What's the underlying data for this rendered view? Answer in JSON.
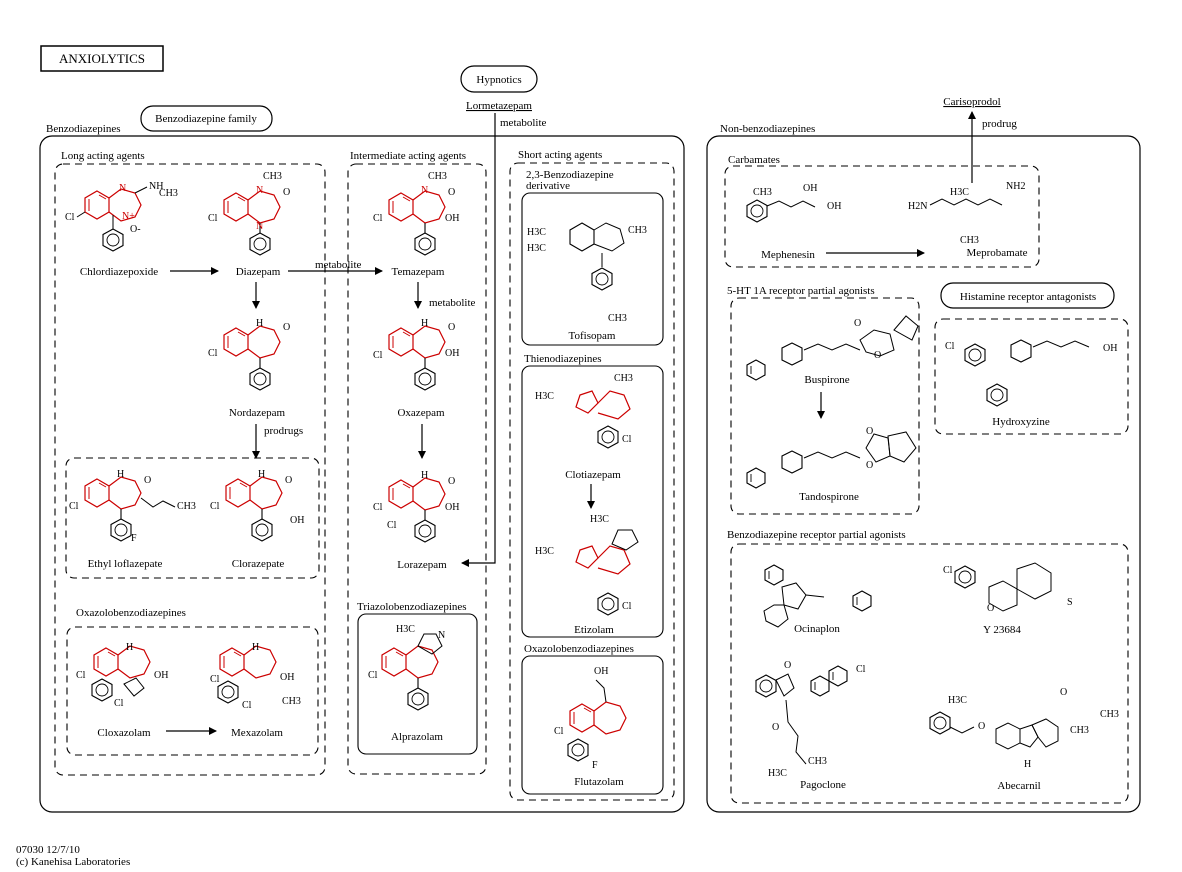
{
  "title": "ANXIOLYTICS",
  "hypnotics_node": "Hypnotics",
  "benzodiazepine_family_node": "Benzodiazepine family",
  "histamine_node": "Histamine receptor antagonists",
  "footer": {
    "code": "07030 12/7/10",
    "copyright": "(c) Kanehisa Laboratories"
  },
  "sections": {
    "benzodiazepines": "Benzodiazepines",
    "non_benzodiazepines": "Non-benzodiazepines"
  },
  "groups": {
    "long_acting": "Long acting agents",
    "intermediate_acting": "Intermediate acting agents",
    "short_acting": "Short acting agents",
    "benzo23": "2,3-Benzodiazepine derivative",
    "thieno": "Thienodiazepines",
    "oxazolo_left": "Oxazolobenzodiazepines",
    "oxazolo_right": "Oxazolobenzodiazepines",
    "triazolo": "Triazolobenzodiazepines",
    "carbamates": "Carbamates",
    "ht1a": "5-HT 1A receptor partial agonists",
    "bzr_partial": "Benzodiazepine receptor partial agonists"
  },
  "compounds": {
    "lormetazepam": "Lormetazepam",
    "carisoprodol": "Carisoprodol",
    "chlordiazepoxide": "Chlordiazepoxide",
    "diazepam": "Diazepam",
    "nordazepam": "Nordazepam",
    "ethyl_loflazepate": "Ethyl loflazepate",
    "clorazepate": "Clorazepate",
    "cloxazolam": "Cloxazolam",
    "mexazolam": "Mexazolam",
    "temazepam": "Temazepam",
    "oxazepam": "Oxazepam",
    "lorazepam": "Lorazepam",
    "alprazolam": "Alprazolam",
    "tofisopam": "Tofisopam",
    "clotiazepam": "Clotiazepam",
    "etizolam": "Etizolam",
    "flutazolam": "Flutazolam",
    "mephenesin": "Mephenesin",
    "meprobamate": "Meprobamate",
    "buspirone": "Buspirone",
    "tandospirone": "Tandospirone",
    "hydroxyzine": "Hydroxyzine",
    "ocinaplon": "Ocinaplon",
    "y23684": "Y 23684",
    "pagoclone": "Pagoclone",
    "abecarnil": "Abecarnil"
  },
  "edge_labels": {
    "metabolite_lormetazepam": "metabolite",
    "metabolite_diazepam": "metabolite",
    "metabolite_temazepam": "metabolite",
    "prodrugs": "prodrugs",
    "prodrug": "prodrug"
  },
  "atoms": {
    "cl": "Cl",
    "n": "N",
    "h": "H",
    "o": "O",
    "s": "S",
    "f": "F",
    "o_minus": "O-",
    "n_plus": "N+",
    "ch3": "CH3",
    "h3c": "H3C",
    "oh": "OH",
    "nh2": "NH2",
    "h2n": "H2N",
    "nh": "NH",
    "ch3_side": "CH3"
  },
  "colors": {
    "ring_highlight": "#cc0000",
    "line": "#000000",
    "background": "#ffffff"
  }
}
